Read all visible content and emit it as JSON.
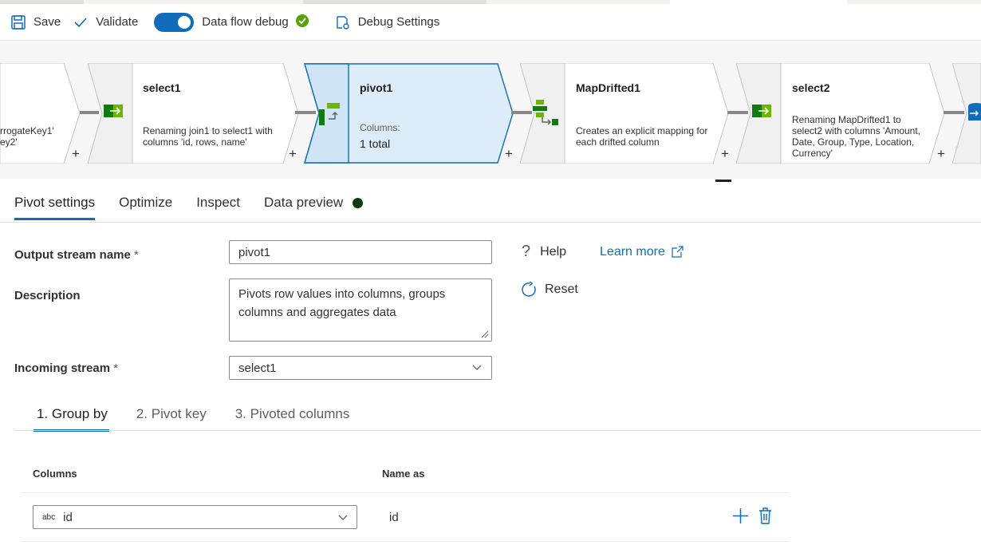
{
  "toolbar": {
    "save_label": "Save",
    "validate_label": "Validate",
    "debug_label": "Data flow debug",
    "debug_settings_label": "Debug Settings",
    "debug_on": true
  },
  "nodes": {
    "partial_left": {
      "desc_line1": "rrogateKey1'",
      "desc_line2": "ey2'"
    },
    "select1": {
      "title": "select1",
      "description": "Renaming join1 to select1 with columns 'id, rows, name'"
    },
    "pivot1": {
      "title": "pivot1",
      "columns_label": "Columns:",
      "columns_value": "1 total"
    },
    "mapdrifted1": {
      "title": "MapDrifted1",
      "description": "Creates an explicit mapping for each drifted column"
    },
    "select2": {
      "title": "select2",
      "description": "Renaming MapDrifted1 to select2 with columns 'Amount, Date, Group, Type, Location, Currency'"
    },
    "plus": "+"
  },
  "tabs": [
    "Pivot settings",
    "Optimize",
    "Inspect",
    "Data preview"
  ],
  "form": {
    "output_label": "Output stream name",
    "output_value": "pivot1",
    "description_label": "Description",
    "description_value": "Pivots row values into columns, groups columns and aggregates data",
    "incoming_label": "Incoming stream",
    "incoming_value": "select1",
    "required_mark": "*",
    "help_label": "Help",
    "learn_more_label": "Learn more",
    "reset_label": "Reset"
  },
  "subtabs": [
    "1. Group by",
    "2. Pivot key",
    "3. Pivoted columns"
  ],
  "groupby": {
    "columns_header": "Columns",
    "name_as_header": "Name as",
    "rows": [
      {
        "type": "abc",
        "column": "id",
        "name_as": "id"
      }
    ]
  },
  "colors": {
    "accent": "#0f6cbd",
    "selected_node": "#dcecf9",
    "green_icon": "#6bb700",
    "status_green": "#57a300"
  }
}
